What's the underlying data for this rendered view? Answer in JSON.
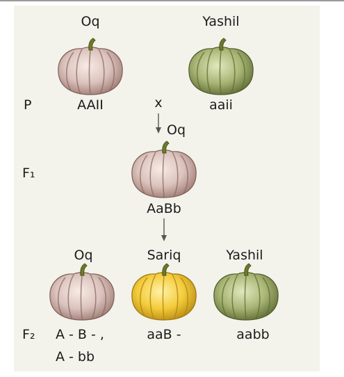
{
  "parents": {
    "left": {
      "phenotype": "Oq",
      "genotype": "AAII",
      "color": "white"
    },
    "right": {
      "phenotype": "Yashil",
      "genotype": "aaii",
      "color": "green"
    },
    "cross_symbol": "x",
    "generation": "P"
  },
  "f1": {
    "generation": "F₁",
    "phenotype": "Oq",
    "genotype": "AaBb",
    "color": "white"
  },
  "f2": {
    "generation": "F₂",
    "left": {
      "phenotype": "Oq",
      "genotype_line1": "A - B - ,",
      "genotype_line2": "A - bb",
      "color": "white"
    },
    "middle": {
      "phenotype": "Sariq",
      "genotype": "aaB -",
      "color": "yellow"
    },
    "right": {
      "phenotype": "Yashil",
      "genotype": "aabb",
      "color": "green"
    }
  },
  "colors": {
    "white_pumpkin": "#dcc3bd",
    "yellow_pumpkin": "#f4cc3c",
    "green_pumpkin": "#a9b676",
    "background": "#f3f3ec"
  }
}
